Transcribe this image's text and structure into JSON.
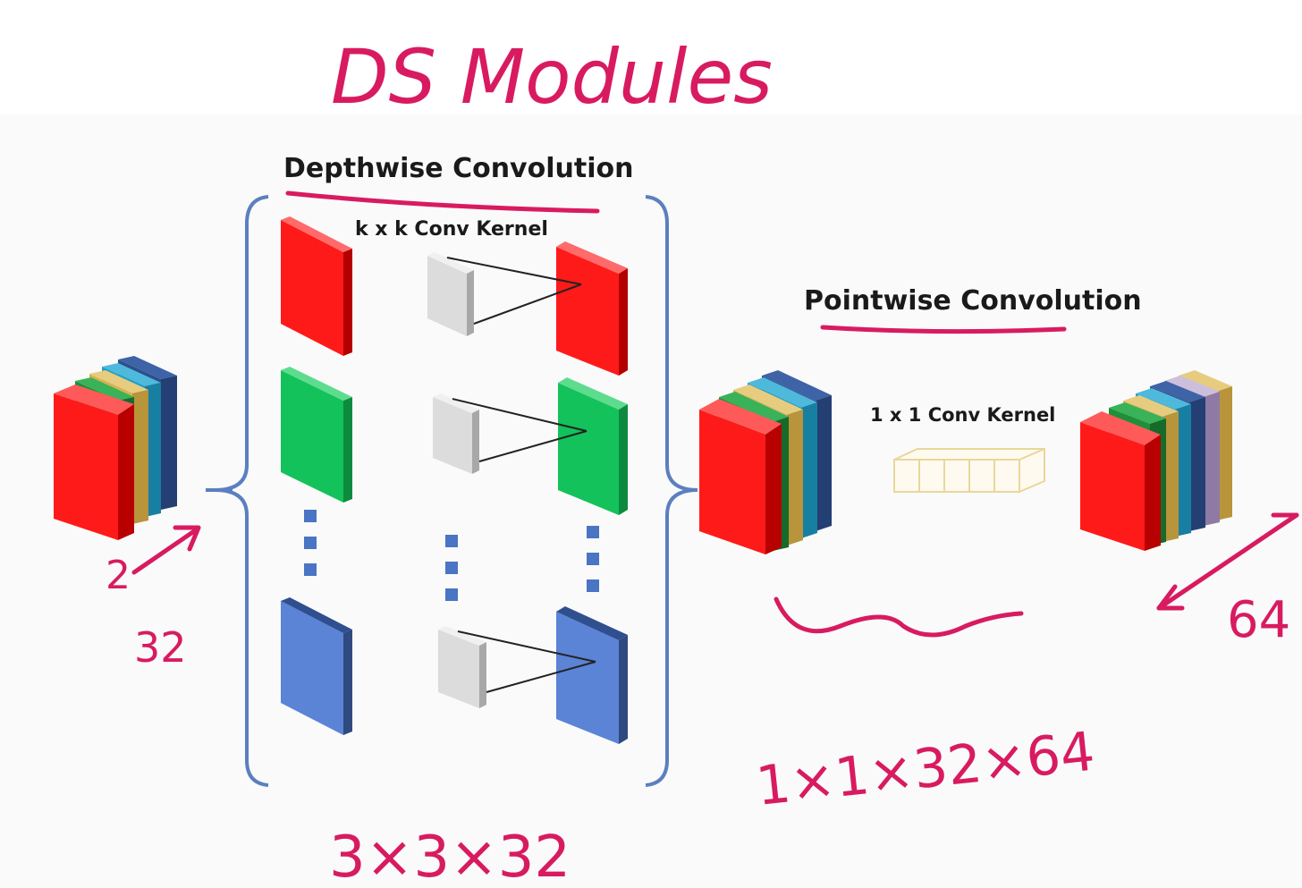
{
  "annotations": {
    "title": "DS Modules",
    "dim_2": "2",
    "dim_32": "32",
    "dim_64": "64",
    "dw_params": "3×3×32",
    "pw_params": "1×1×32×64"
  },
  "diagram": {
    "depthwise_label": "Depthwise Convolution",
    "kernel_label": "k x k Conv Kernel",
    "pointwise_label": "Pointwise Convolution",
    "pw_kernel_label": "1 x 1 Conv Kernel"
  },
  "colors": {
    "ink": "#d81b60",
    "red": "#ff1a1a",
    "green": "#13c25a",
    "blue": "#5b83d6",
    "brace": "#5b7fbf",
    "dots": "#4a74c4",
    "kernel": "#dcdcdc",
    "pw_kernel_edge": "#e8d79a"
  }
}
